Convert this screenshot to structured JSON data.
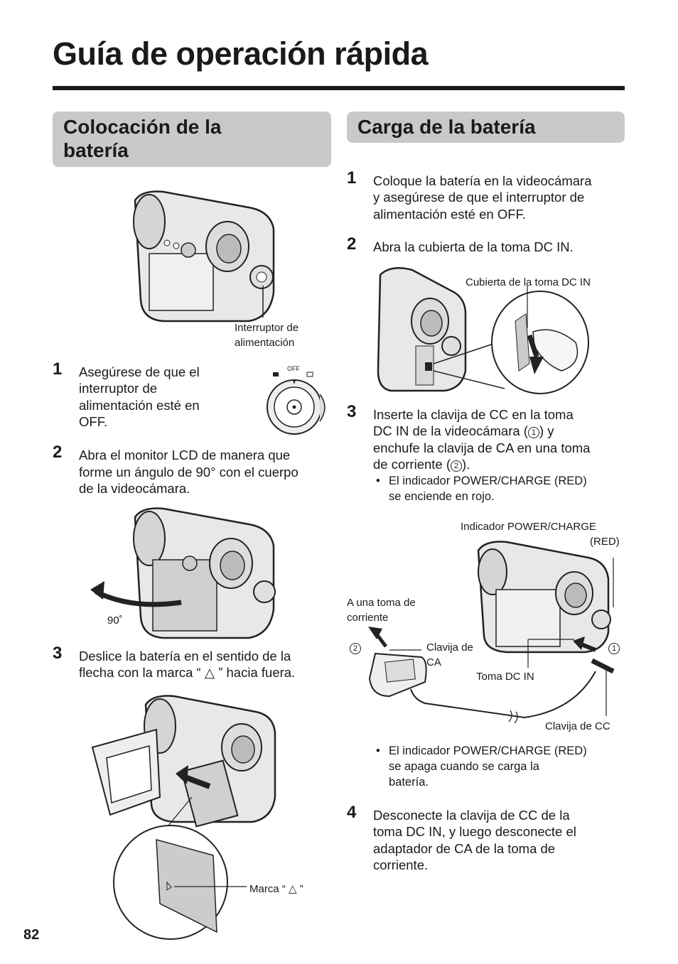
{
  "page": {
    "title": "Guía de operación rápida",
    "page_number": "82"
  },
  "left": {
    "heading_line1": "Colocación de la",
    "heading_line2": "batería",
    "caption_switch_1": "Interruptor de",
    "caption_switch_2": "alimentación",
    "switch_off_label": "OFF",
    "steps": [
      {
        "num": "1",
        "lines": [
          "Asegúrese de que el",
          "interruptor de",
          "alimentación esté en",
          "OFF."
        ]
      },
      {
        "num": "2",
        "lines": [
          "Abra el monitor LCD de manera que",
          "forme un ángulo de 90° con el cuerpo",
          "de la videocámara."
        ]
      },
      {
        "num": "3",
        "lines": [
          "Deslice la batería en el sentido de la",
          "flecha con la marca “ △ ” hacia fuera."
        ]
      }
    ],
    "angle_label": "90˚",
    "caption_mark": "Marca “ △ ”"
  },
  "right": {
    "heading": "Carga de la batería",
    "steps": [
      {
        "num": "1",
        "lines": [
          "Coloque la batería en la videocámara",
          "y asegúrese de que el interruptor de",
          "alimentación esté en OFF."
        ]
      },
      {
        "num": "2",
        "lines": [
          "Abra la cubierta de la toma DC IN."
        ]
      },
      {
        "num": "3",
        "line1": "Inserte la clavija de CC en la toma",
        "line2_pre": "DC IN de la videocámara (",
        "line2_circ": "1",
        "line2_post": ") y",
        "line3": "enchufe la clavija de CA en una toma",
        "line4_pre": "de corriente (",
        "line4_circ": "2",
        "line4_post": ")."
      },
      {
        "num": "4",
        "lines": [
          "Desconecte la clavija de CC de la",
          "toma DC IN, y luego desconecte el",
          "adaptador de CA de la toma de",
          "corriente."
        ]
      }
    ],
    "caption_cover": "Cubierta de la toma DC IN",
    "bullet1": [
      "El indicador POWER/CHARGE (RED)",
      "se enciende en rojo."
    ],
    "caption_indicator_1": "Indicador POWER/CHARGE",
    "caption_indicator_2": "(RED)",
    "caption_outlet_1": "A una toma de",
    "caption_outlet_2": "corriente",
    "caption_ac_plug_1": "Clavija de",
    "caption_ac_plug_2": "CA",
    "caption_dc_in": "Toma DC IN",
    "caption_dc_plug": "Clavija de CC",
    "marker_1": "1",
    "marker_2": "2",
    "bullet2": [
      "El indicador POWER/CHARGE (RED)",
      "se apaga cuando se carga la",
      "batería."
    ]
  }
}
